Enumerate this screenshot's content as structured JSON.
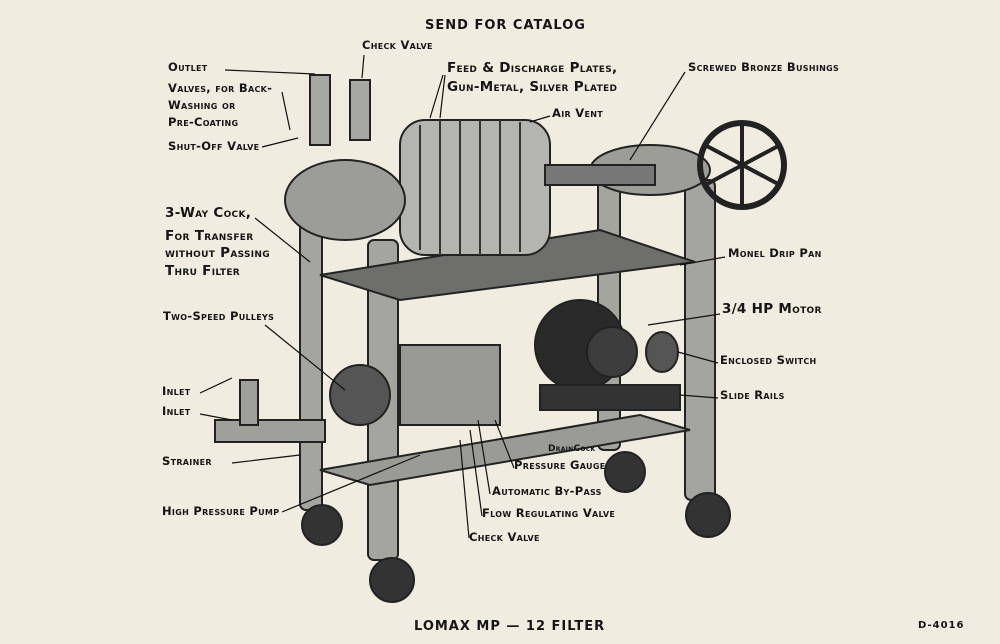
{
  "header": "SEND FOR CATALOG",
  "footer_title": "LOMAX MP — 12 FILTER",
  "code": "D-4016",
  "labels": {
    "check_valve_top": "Check Valve",
    "outlet": "Outlet",
    "valves_1": "Valves, for Back-",
    "valves_2": "Washing or",
    "valves_3": "Pre-Coating",
    "shutoff": "Shut-Off Valve",
    "plates_1": "Feed & Discharge Plates,",
    "plates_2": "Gun-Metal, Silver Plated",
    "air_vent": "Air Vent",
    "bushings": "Screwed Bronze Bushings",
    "cock_1": "3-Way Cock,",
    "cock_2": "For Transfer",
    "cock_3": "without Passing",
    "cock_4": "Thru Filter",
    "drip_pan": "Monel Drip Pan",
    "pulleys": "Two-Speed Pulleys",
    "motor": "3/4 HP Motor",
    "switch": "Enclosed Switch",
    "rails": "Slide Rails",
    "inlet_1": "Inlet",
    "inlet_2": "Inlet",
    "strainer": "Strainer",
    "draincock": "DrainCock",
    "gauge": "Pressure Gauge",
    "bypass": "Automatic By-Pass",
    "pump": "High Pressure Pump",
    "flow_valve": "Flow Regulating Valve",
    "check_valve_bottom": "Check Valve"
  }
}
